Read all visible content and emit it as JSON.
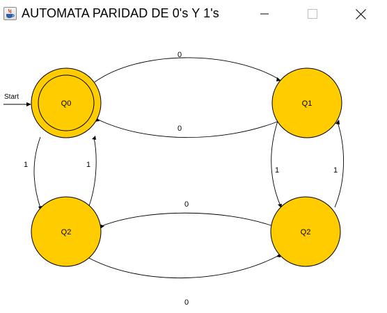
{
  "window": {
    "title": "AUTOMATA PARIDAD DE 0's Y 1's",
    "icon": "java-coffee-cup-icon",
    "controls": [
      "minimize-icon",
      "maximize-icon",
      "close-icon"
    ]
  },
  "diagram": {
    "colors": {
      "state_fill": "#FFCC00",
      "stroke": "#000000",
      "background": "#FFFFFF"
    },
    "start_label": "Start",
    "states": [
      {
        "id": "q0",
        "label": "Q0",
        "accepting": true,
        "start": true
      },
      {
        "id": "q1",
        "label": "Q1",
        "accepting": false
      },
      {
        "id": "q2_left",
        "label": "Q2",
        "accepting": false
      },
      {
        "id": "q2_right",
        "label": "Q2",
        "accepting": false
      }
    ],
    "transitions": [
      {
        "from": "Q0",
        "to": "Q1",
        "label": "0"
      },
      {
        "from": "Q1",
        "to": "Q0",
        "label": "0"
      },
      {
        "from": "Q0",
        "to": "Q2",
        "label": "1"
      },
      {
        "from": "Q2",
        "to": "Q0",
        "label": "1"
      },
      {
        "from": "Q1",
        "to": "Q2",
        "label": "1"
      },
      {
        "from": "Q2",
        "to": "Q1",
        "label": "1"
      },
      {
        "from": "Q2",
        "to": "Q2",
        "label": "0"
      },
      {
        "from": "Q2",
        "to": "Q2",
        "label": "0"
      }
    ]
  }
}
